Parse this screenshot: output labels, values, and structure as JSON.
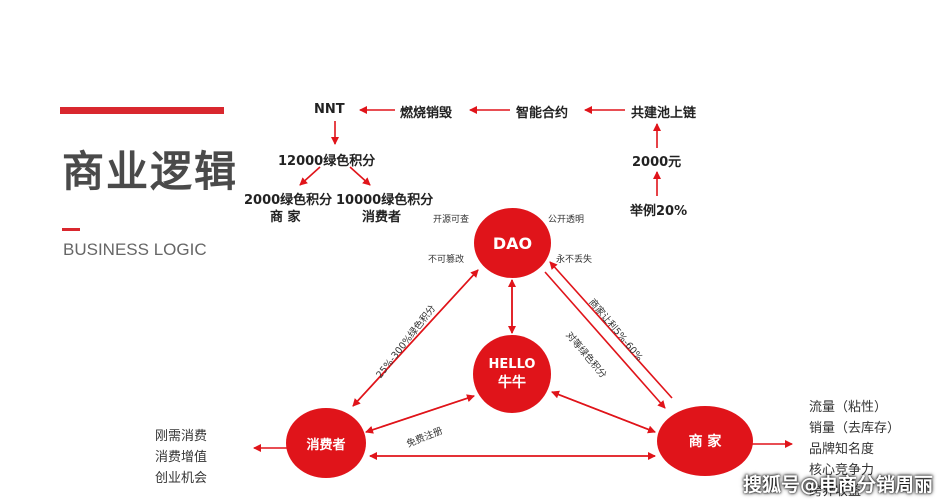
{
  "heading": {
    "title_cn": "商业逻辑",
    "title_en": "BUSINESS LOGIC"
  },
  "flow_top": {
    "nnt": "NNT",
    "burn": "燃烧销毁",
    "contract": "智能合约",
    "pool": "共建池上链",
    "points_total": "12000绿色积分",
    "merchant_points_value": "2000绿色积分",
    "merchant_points_owner": "商 家",
    "consumer_points_value": "10000绿色积分",
    "consumer_points_owner": "消费者",
    "amount": "2000元",
    "example": "举例20%"
  },
  "nodes": {
    "dao": "DAO",
    "hello_line1": "HELLO",
    "hello_line2": "牛牛",
    "consumer": "消费者",
    "merchant": "商 家"
  },
  "dao_tags": {
    "top_left": "开源可查",
    "top_right": "公开透明",
    "bottom_left": "不可篡改",
    "bottom_right": "永不丢失"
  },
  "edge_labels": {
    "consumer_dao": "25%-300%绿色积分",
    "merchant_dao_outer": "商家让利5%-60%",
    "merchant_dao_inner": "对等绿色积分",
    "consumer_hello": "免费注册"
  },
  "consumer_benefits": [
    "刚需消费",
    "消费增值",
    "创业机会"
  ],
  "merchant_benefits": [
    "流量（粘性）",
    "销量（去库存）",
    "品牌知名度",
    "核心竞争力",
    "跨界收益"
  ],
  "watermark": "搜狐号@电商分销周丽",
  "colors": {
    "accent": "#e0141a",
    "title": "#4a4a4a"
  }
}
